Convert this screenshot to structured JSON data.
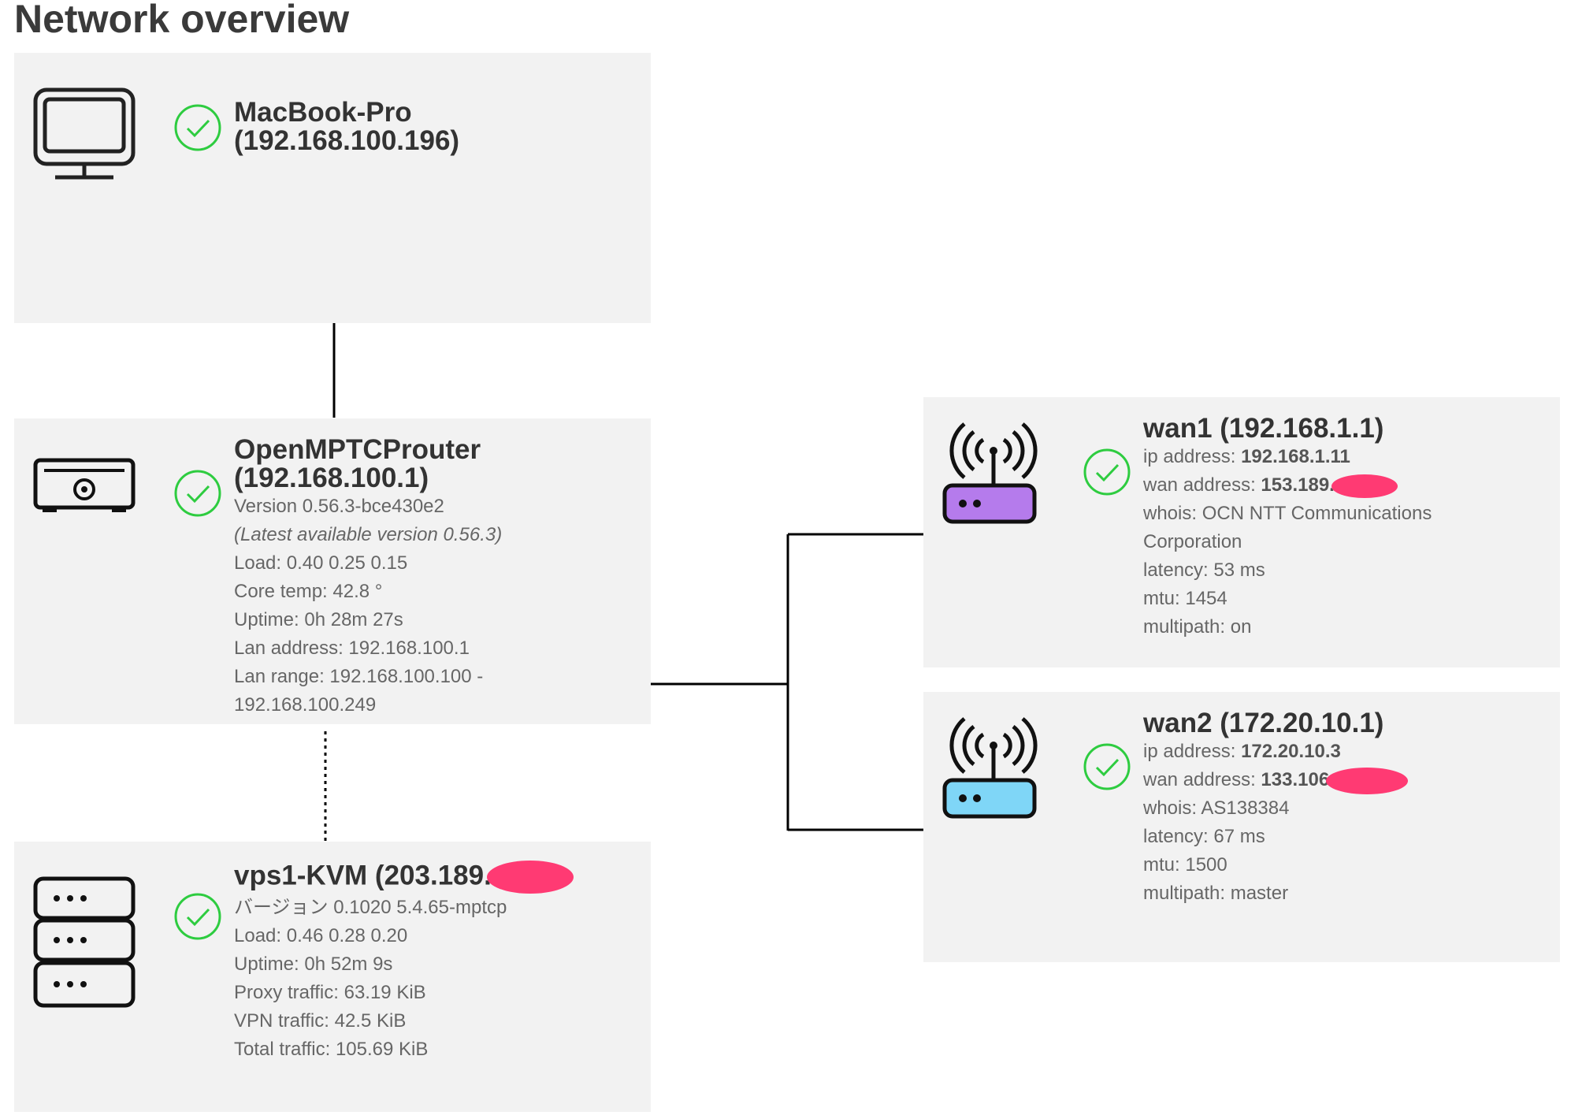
{
  "page": {
    "title": "Network overview"
  },
  "client": {
    "name": "MacBook-Pro",
    "ip": "(192.168.100.196)",
    "icon": "monitor-icon",
    "status": "ok"
  },
  "router": {
    "name": "OpenMPTCProuter",
    "ip": "(192.168.100.1)",
    "icon": "router-box-icon",
    "status": "ok",
    "lines": [
      "Version 0.56.3-bce430e2",
      "(Latest available version 0.56.3)",
      "Load: 0.40 0.25 0.15",
      "Core temp: 42.8 °",
      "Uptime: 0h 28m 27s",
      "Lan address: 192.168.100.1",
      "Lan range: 192.168.100.100 -",
      "192.168.100.249"
    ]
  },
  "vps": {
    "name": "vps1-KVM (203.189.",
    "icon": "server-icon",
    "status": "ok",
    "lines": [
      "バージョン 0.1020 5.4.65-mptcp",
      "Load: 0.46 0.28 0.20",
      "Uptime: 0h 52m 9s",
      "Proxy traffic: 63.19 KiB",
      "VPN traffic: 42.5 KiB",
      "Total traffic: 105.69 KiB"
    ]
  },
  "wans": [
    {
      "name": "wan1 (192.168.1.1)",
      "icon": "wifi-router-icon",
      "color": "#b57bec",
      "status": "ok",
      "ip_label": "ip address:",
      "ip_value": "192.168.1.11",
      "wan_label": "wan address:",
      "wan_value": "153.189.",
      "lines": [
        "whois: OCN NTT Communications",
        "Corporation",
        "latency: 53 ms",
        "mtu: 1454",
        "multipath: on"
      ]
    },
    {
      "name": "wan2 (172.20.10.1)",
      "icon": "wifi-router-icon",
      "color": "#7fd6f7",
      "status": "ok",
      "ip_label": "ip address:",
      "ip_value": "172.20.10.3",
      "wan_label": "wan address:",
      "wan_value": "133.106",
      "lines": [
        "whois: AS138384",
        "latency: 67 ms",
        "mtu: 1500",
        "multipath: master"
      ]
    }
  ],
  "colors": {
    "ok": "#2ecc40",
    "panel": "#f2f2f2",
    "redact": "#ff3a73"
  }
}
